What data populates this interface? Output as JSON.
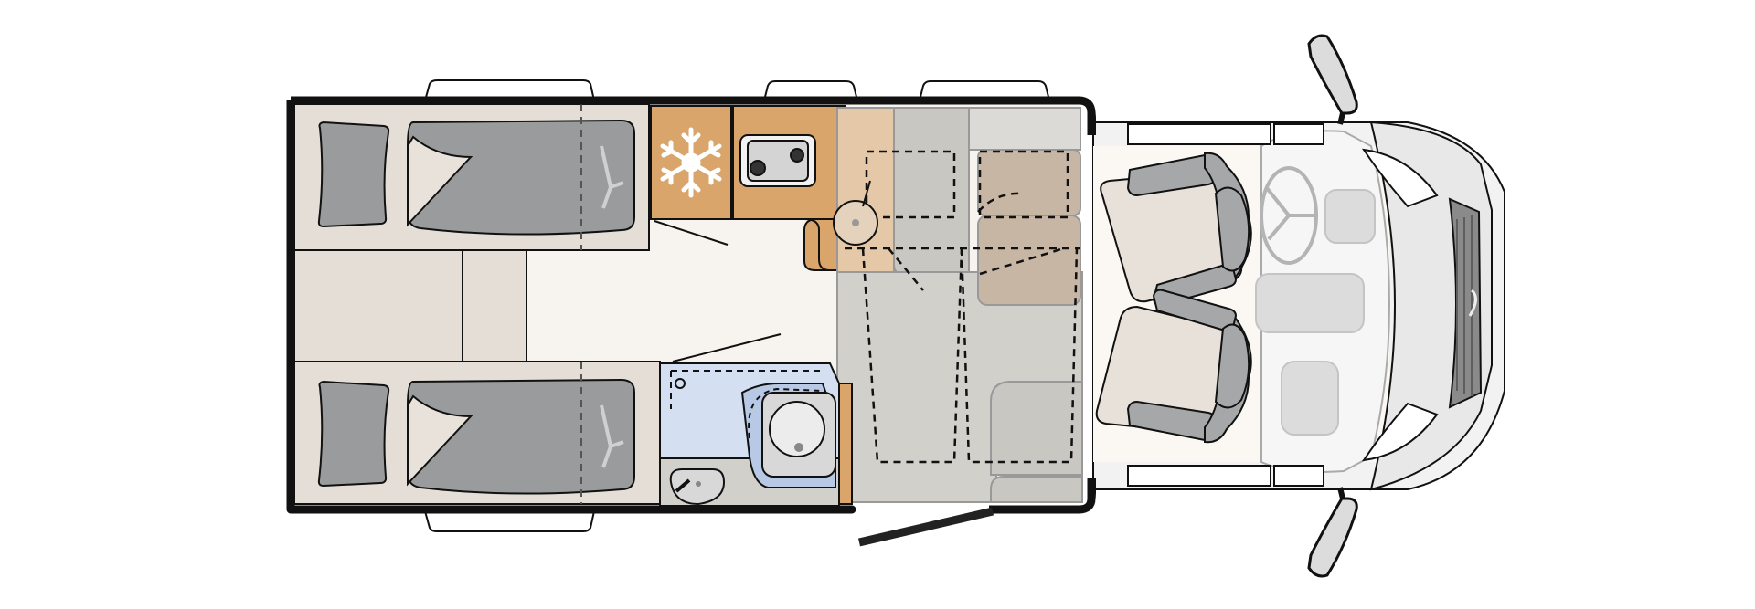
{
  "diagram": {
    "type": "motorhome-floorplan",
    "view": "top-down",
    "zones": [
      {
        "id": "rear-beds",
        "items": [
          "single-bed-left",
          "single-bed-right",
          "bed-step"
        ]
      },
      {
        "id": "kitchen",
        "items": [
          "fridge",
          "sink",
          "stove"
        ]
      },
      {
        "id": "bathroom",
        "items": [
          "toilet",
          "washbasin",
          "shower-tray"
        ]
      },
      {
        "id": "living",
        "items": [
          "dinette-bench",
          "dinette-table",
          "entrance-door"
        ]
      },
      {
        "id": "cab",
        "items": [
          "driver-seat",
          "passenger-seat",
          "steering-wheel",
          "dashboard",
          "mirrors"
        ]
      }
    ],
    "colors": {
      "wall": "#111111",
      "floor": "#f7f3ee",
      "bed_frame": "#e4ded6",
      "mattress": "#9a9b9d",
      "kitchen_wood": "#d9a56a",
      "bathroom": "#d4e0f2",
      "dinette_light": "#e4c8a8",
      "dinette_dark": "#c7b6a3",
      "seat_cushion": "#e8e1d9",
      "seat_bolster": "#a6a7a9",
      "cab_body": "#eeeeee",
      "grille": "#8a8a8a",
      "fridge_icon": "#ffffff"
    },
    "icons": {
      "fridge": "snowflake-icon",
      "sink": "sink-icon",
      "toilet": "toilet-icon",
      "steering_wheel": "steering-wheel-icon"
    }
  }
}
